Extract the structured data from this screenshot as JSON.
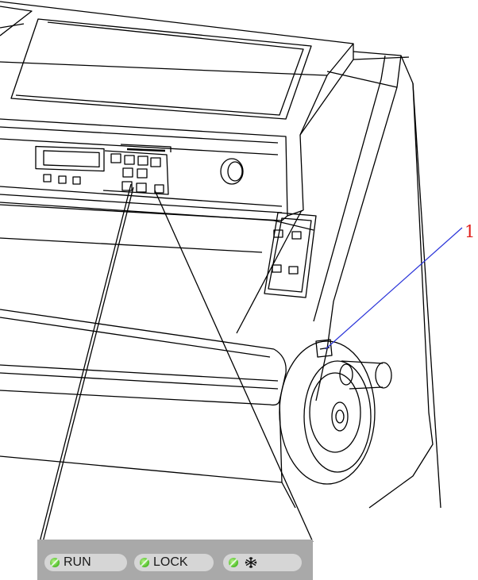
{
  "callout": {
    "number": "1",
    "color": "#e0201c",
    "leader_color": "#2b35d9"
  },
  "status_bar": {
    "background": "#a9a9a9",
    "indicators": [
      {
        "id": "run",
        "label": "RUN",
        "led_color": "#53c12a"
      },
      {
        "id": "lock",
        "label": "LOCK",
        "led_color": "#53c12a"
      },
      {
        "id": "cooling",
        "label": "",
        "icon": "snowflake-icon",
        "led_color": "#53c12a"
      }
    ]
  },
  "machine": {
    "control_panel_icons": [
      "display-window",
      "key-buttons",
      "rotary-knob",
      "side-switch-panel",
      "handwheel"
    ]
  }
}
